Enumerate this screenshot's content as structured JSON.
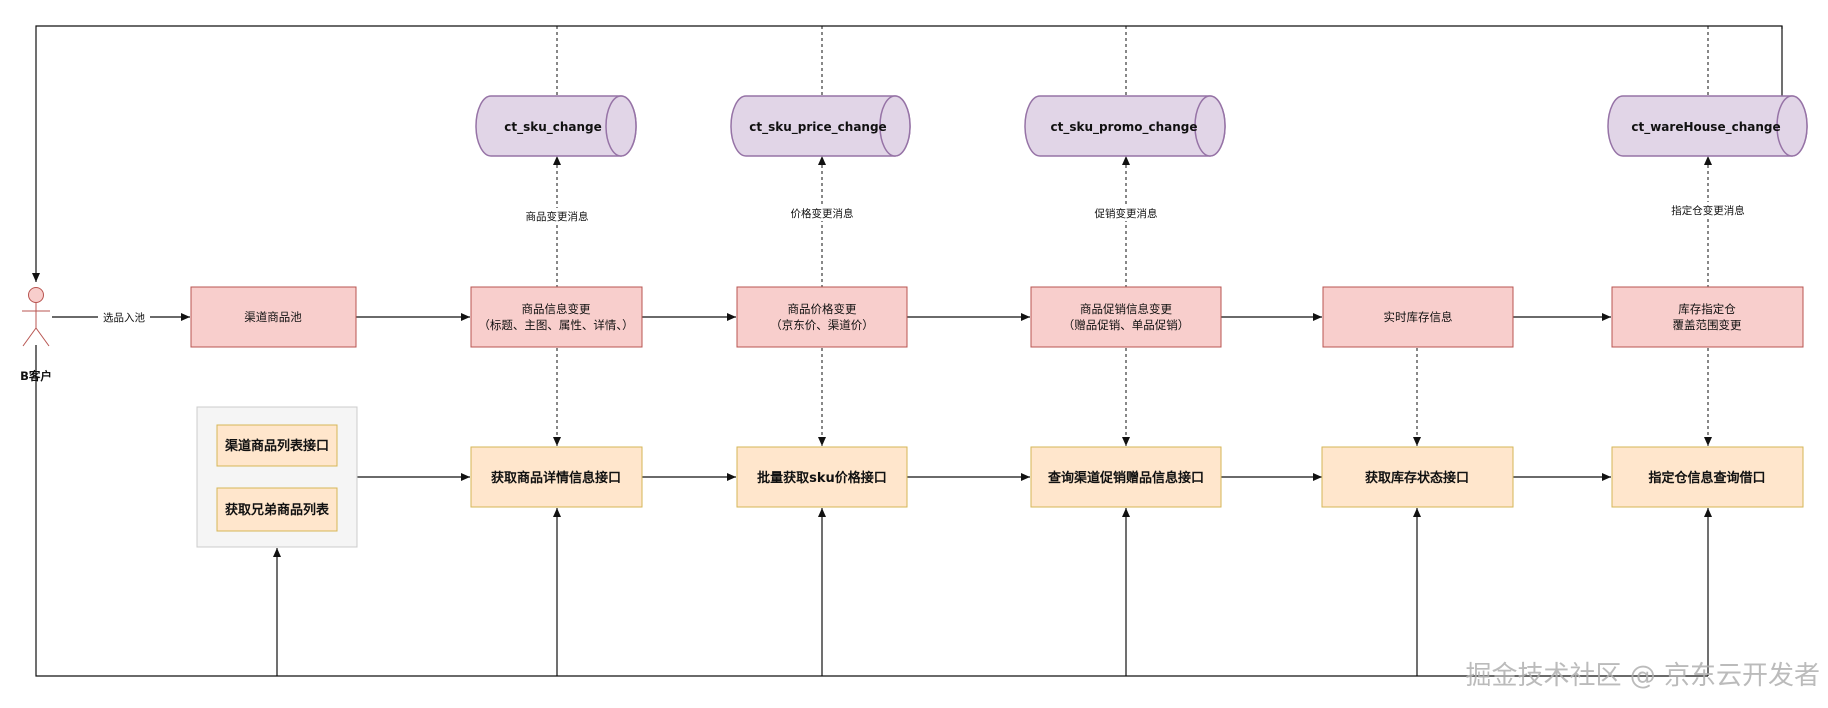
{
  "actor": {
    "label": "B客户"
  },
  "edge_labels": {
    "select_into_pool": "选品入池",
    "sku_change_msg": "商品变更消息",
    "price_change_msg": "价格变更消息",
    "promo_change_msg": "促销变更消息",
    "warehouse_change_msg": "指定仓变更消息"
  },
  "topics": [
    {
      "label": "ct_sku_change"
    },
    {
      "label": "ct_sku_price_change"
    },
    {
      "label": "ct_sku_promo_change"
    },
    {
      "label": "ct_wareHouse_change"
    }
  ],
  "events": {
    "channel_pool": "渠道商品池",
    "info_change_1": "商品信息变更",
    "info_change_2": "（标题、主图、属性、详情、）",
    "price_change_1": "商品价格变更",
    "price_change_2": "（京东价、渠道价）",
    "promo_change_1": "商品促销信息变更",
    "promo_change_2": "（赠品促销、单品促销）",
    "stock_info": "实时库存信息",
    "warehouse_1": "库存指定仓",
    "warehouse_2": "覆盖范围变更"
  },
  "apis": {
    "channel_list": "渠道商品列表接口",
    "sibling_list": "获取兄弟商品列表",
    "detail": "获取商品详情信息接口",
    "batch_price": "批量获取sku价格接口",
    "promo_gift": "查询渠道促销赠品信息接口",
    "stock_status": "获取库存状态接口",
    "warehouse_query": "指定仓信息查询借口"
  },
  "watermark": "掘金技术社区 @ 京东云开发者",
  "colors": {
    "event_fill": "#f8cecc",
    "event_stroke": "#b85450",
    "api_fill": "#ffe6cc",
    "api_stroke": "#d6b656",
    "topic_fill": "#e1d5e7",
    "topic_stroke": "#9673a6",
    "group_fill": "#f5f5f5",
    "group_stroke": "#cccccc",
    "actor_head": "#f8cecc"
  }
}
